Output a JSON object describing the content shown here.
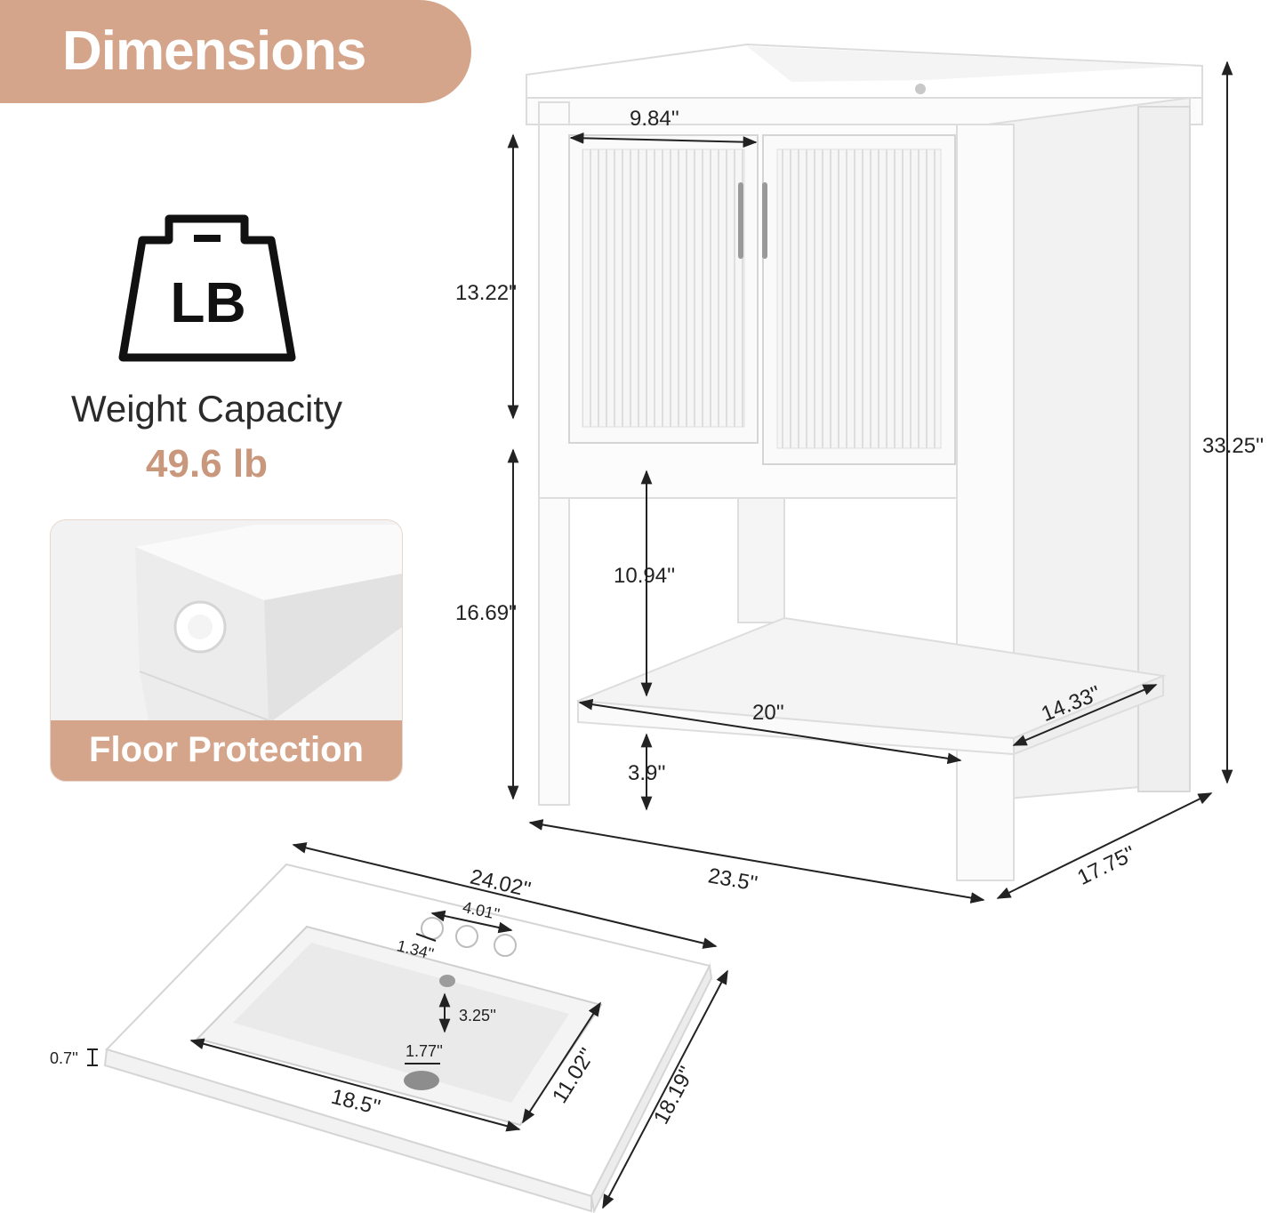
{
  "header": {
    "title": "Dimensions"
  },
  "weight": {
    "icon_text": "LB",
    "label": "Weight Capacity",
    "value": "49.6 lb"
  },
  "floor": {
    "label": "Floor Protection"
  },
  "dimensions": {
    "door_width": "9.84''",
    "cabinet_height": "13.22''",
    "total_height": "33.25''",
    "leg_height": "16.69''",
    "shelf_clearance": "10.94''",
    "shelf_width": "20''",
    "shelf_depth": "14.33''",
    "shelf_floor": "3.9''",
    "width": "23.5''",
    "depth": "17.75''"
  },
  "sink": {
    "top_width": "24.02''",
    "faucet_spread": "4.01''",
    "hole_dia": "1.34''",
    "drain_offset": "3.25''",
    "drain_dia": "1.77''",
    "thickness": "0.7''",
    "basin_width": "18.5''",
    "basin_depth": "11.02''",
    "top_depth": "18.19''"
  },
  "colors": {
    "accent": "#d4a58a",
    "accent_text": "#c9977b",
    "line": "#222222"
  }
}
